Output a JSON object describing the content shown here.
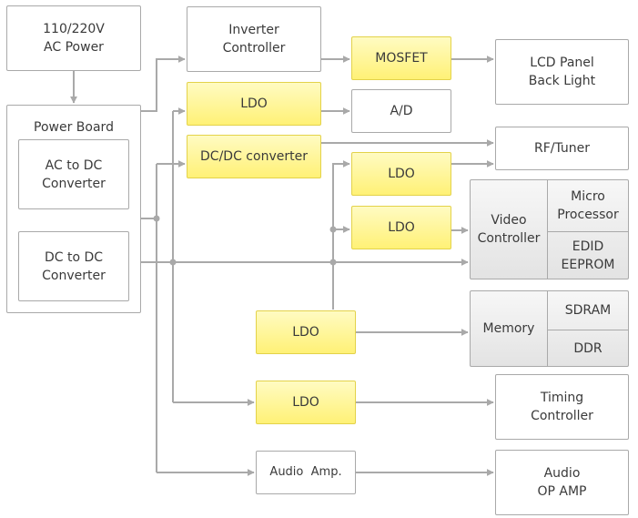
{
  "blocks": {
    "ac_power": "110/220V\nAC Power",
    "power_board": "Power Board",
    "ac_dc": "AC to DC\nConverter",
    "dc_dc": "DC to DC\nConverter",
    "inverter": "Inverter\nController",
    "mosfet": "MOSFET",
    "lcd_backlight": "LCD Panel\nBack Light",
    "ldo_ad": "LDO",
    "ad": "A/D",
    "dcdc_conv": "DC/DC converter",
    "rf_tuner": "RF/Tuner",
    "ldo_rf": "LDO",
    "ldo_video": "LDO",
    "video_controller": "Video\nController",
    "micro_processor": "Micro\nProcessor",
    "edid_eeprom": "EDID\nEEPROM",
    "ldo_memory": "LDO",
    "memory": "Memory",
    "sdram": "SDRAM",
    "ddr": "DDR",
    "ldo_timing": "LDO",
    "timing_controller": "Timing\nController",
    "audio_amp": "Audio  Amp.",
    "audio_op_amp": "Audio\nOP AMP"
  },
  "colors": {
    "wire": "#a9a9a9",
    "highlight_fill": "#fff176",
    "highlight_border": "#e3d24a",
    "box_border": "#a9a9a9",
    "text": "#3a3a3a"
  }
}
